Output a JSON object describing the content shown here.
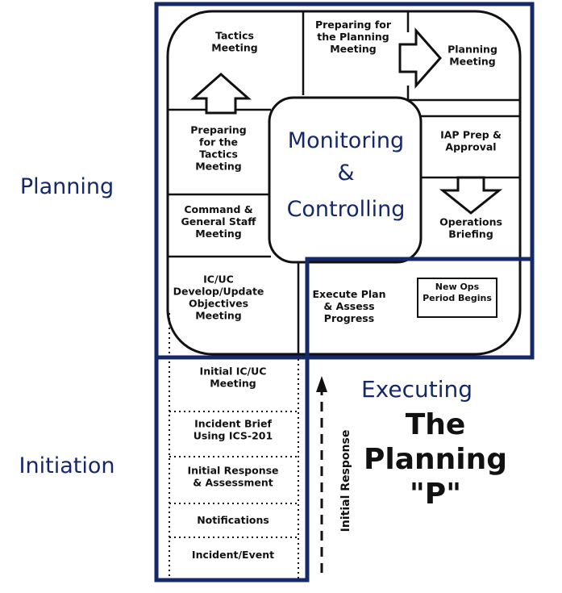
{
  "phase_labels": {
    "planning": "Planning",
    "initiation": "Initiation",
    "executing": "Executing"
  },
  "title_lines": [
    "The",
    "Planning",
    "\"P\""
  ],
  "center": [
    "Monitoring",
    "&",
    "Controlling"
  ],
  "vertical_label": "Initial Response",
  "boxes": {
    "tactics_meeting": [
      "Tactics",
      "Meeting"
    ],
    "preparing_planning": [
      "Preparing for",
      "the Planning",
      "Meeting"
    ],
    "planning_meeting": [
      "Planning",
      "Meeting"
    ],
    "preparing_tactics": [
      "Preparing",
      "for the",
      "Tactics",
      "Meeting"
    ],
    "iap_prep": [
      "IAP Prep &",
      "Approval"
    ],
    "command_general": [
      "Command &",
      "General Staff",
      "Meeting"
    ],
    "operations_briefing": [
      "Operations",
      "Briefing"
    ],
    "ic_uc_objectives": [
      "IC/UC",
      "Develop/Update",
      "Objectives",
      "Meeting"
    ],
    "execute_plan": [
      "Execute Plan",
      "& Assess",
      "Progress"
    ],
    "new_ops_period": [
      "New Ops",
      "Period Begins"
    ],
    "initial_ic_uc": [
      "Initial IC/UC",
      "Meeting"
    ],
    "incident_brief": [
      "Incident Brief",
      "Using ICS-201"
    ],
    "initial_response": [
      "Initial Response",
      "& Assessment"
    ],
    "notifications": [
      "Notifications"
    ],
    "incident_event": [
      "Incident/Event"
    ]
  },
  "colors": {
    "navy": "#15286a",
    "black": "#111111"
  }
}
